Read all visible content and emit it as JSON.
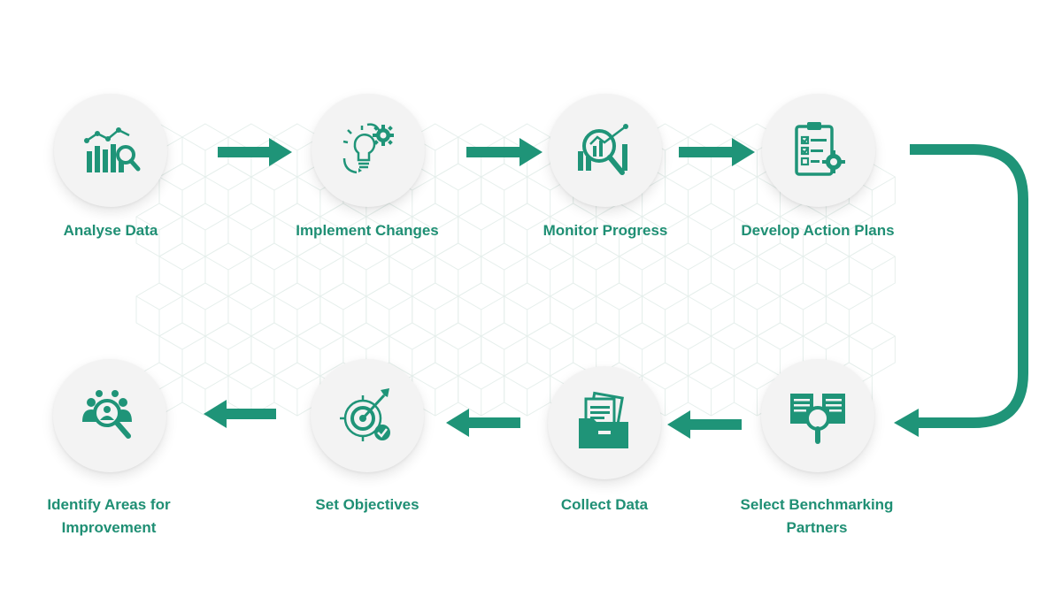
{
  "colors": {
    "accent": "#1f9478",
    "label": "#1f8f74",
    "circle": "#f3f3f3",
    "pattern": "#e6efec"
  },
  "steps": [
    {
      "label": "Analyse Data",
      "icon": "data-analysis-icon"
    },
    {
      "label": "Implement Changes",
      "icon": "lightbulb-gear-icon"
    },
    {
      "label": "Monitor Progress",
      "icon": "monitor-chart-icon"
    },
    {
      "label": "Develop Action Plans",
      "icon": "clipboard-checklist-icon"
    },
    {
      "label": "Select Benchmarking\nPartners",
      "icon": "document-search-icon"
    },
    {
      "label": "Collect Data",
      "icon": "folder-documents-icon"
    },
    {
      "label": "Set Objectives",
      "icon": "target-arrow-icon"
    },
    {
      "label": "Identify Areas for\nImprovement",
      "icon": "team-search-icon"
    }
  ]
}
